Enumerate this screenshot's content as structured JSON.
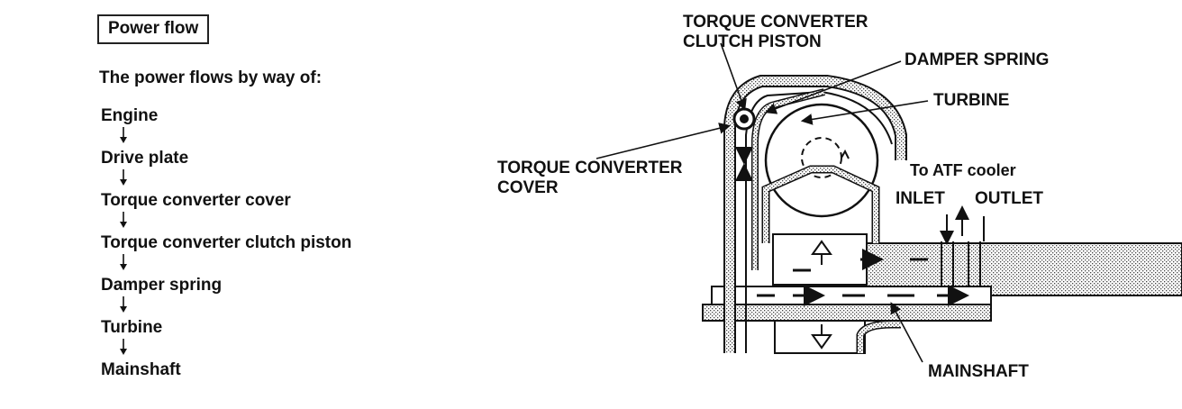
{
  "header": {
    "title": "Power flow"
  },
  "intro": "The power flows by way of:",
  "flow_steps": [
    "Engine",
    "Drive plate",
    "Torque converter cover",
    "Torque converter clutch piston",
    "Damper spring",
    "Turbine",
    "Mainshaft"
  ],
  "diagram": {
    "labels": {
      "clutch_piston_line1": "TORQUE CONVERTER",
      "clutch_piston_line2": "CLUTCH PISTON",
      "damper_spring": "DAMPER SPRING",
      "turbine": "TURBINE",
      "cover_line1": "TORQUE CONVERTER",
      "cover_line2": "COVER",
      "atf_cooler": "To ATF cooler",
      "inlet": "INLET",
      "outlet": "OUTLET",
      "mainshaft": "MAINSHAFT"
    }
  }
}
